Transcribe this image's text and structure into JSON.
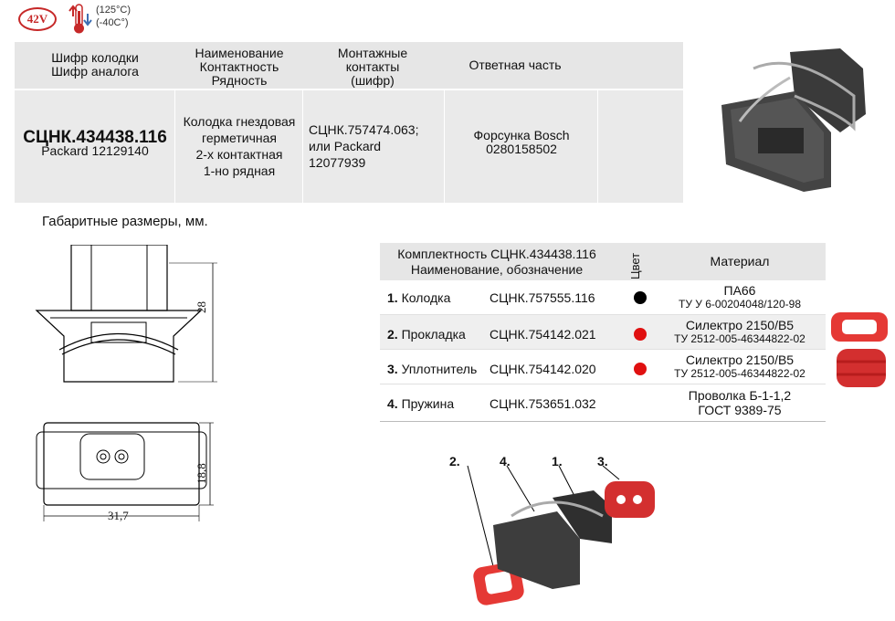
{
  "badges": {
    "voltage": "42V",
    "temp_high": "(125°C)",
    "temp_low": "(-40С°)"
  },
  "main_table": {
    "headers": {
      "col1_line1": "Шифр колодки",
      "col1_line2": "Шифр аналога",
      "col2_line1": "Наименование",
      "col2_line2": "Контактность",
      "col2_line3": "Рядность",
      "col3_line1": "Монтажные",
      "col3_line2": "контакты",
      "col3_line3": "(шифр)",
      "col4": "Ответная часть"
    },
    "row": {
      "code": "СЦНК.434438.116",
      "analog": "Packard 12129140",
      "name_line1": "Колодка гнездовая",
      "name_line2": "герметичная",
      "name_line3": "2-х контактная",
      "name_line4": "1-но рядная",
      "contacts_line1": "СЦНК.757474.063;",
      "contacts_line2": "или Packard",
      "contacts_line3": "12077939",
      "mate_line1": "Форсунка Bosch",
      "mate_line2": "0280158502"
    }
  },
  "dimensions": {
    "title": "Габаритные размеры, мм.",
    "height": "28",
    "depth": "18,8",
    "width": "31,7"
  },
  "components": {
    "header_line1": "Комплектность СЦНК.434438.116",
    "header_line2": "Наименование, обозначение",
    "color_header": "Цвет",
    "material_header": "Материал",
    "rows": [
      {
        "num": "1.",
        "name": "Колодка",
        "code": "СЦНК.757555.116",
        "color": "#000000",
        "mat1": "ПА66",
        "mat2": "ТУ У 6-00204048/120-98"
      },
      {
        "num": "2.",
        "name": "Прокладка",
        "code": "СЦНК.754142.021",
        "color": "#e01010",
        "mat1": "Силектро 2150/В5",
        "mat2": "ТУ 2512-005-46344822-02"
      },
      {
        "num": "3.",
        "name": "Уплотнитель",
        "code": "СЦНК.754142.020",
        "color": "#e01010",
        "mat1": "Силектро 2150/В5",
        "mat2": "ТУ 2512-005-46344822-02"
      },
      {
        "num": "4.",
        "name": "Пружина",
        "code": "СЦНК.753651.032",
        "color": "",
        "mat1": "Проволка Б-1-1,2",
        "mat2": "ГОСТ 9389-75"
      }
    ]
  },
  "callouts": [
    "2.",
    "4.",
    "1.",
    "3."
  ]
}
